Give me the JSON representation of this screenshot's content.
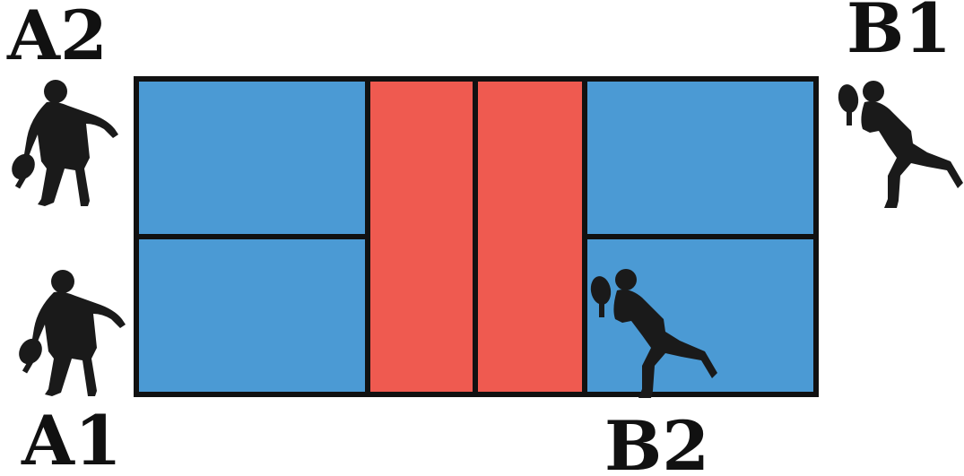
{
  "colors": {
    "court_blue": "#4b9ad4",
    "kitchen_red": "#ef5a50",
    "line_black": "#111111",
    "silhouette": "#1a1a1a"
  },
  "players": {
    "a1": {
      "label": "A1"
    },
    "a2": {
      "label": "A2"
    },
    "b1": {
      "label": "B1"
    },
    "b2": {
      "label": "B2"
    }
  },
  "icons": {
    "player_a1": "pickleball-player-silhouette-icon",
    "player_a2": "pickleball-player-silhouette-icon",
    "player_b1": "pickleball-player-crouching-silhouette-icon",
    "player_b2": "pickleball-player-crouching-silhouette-icon"
  }
}
